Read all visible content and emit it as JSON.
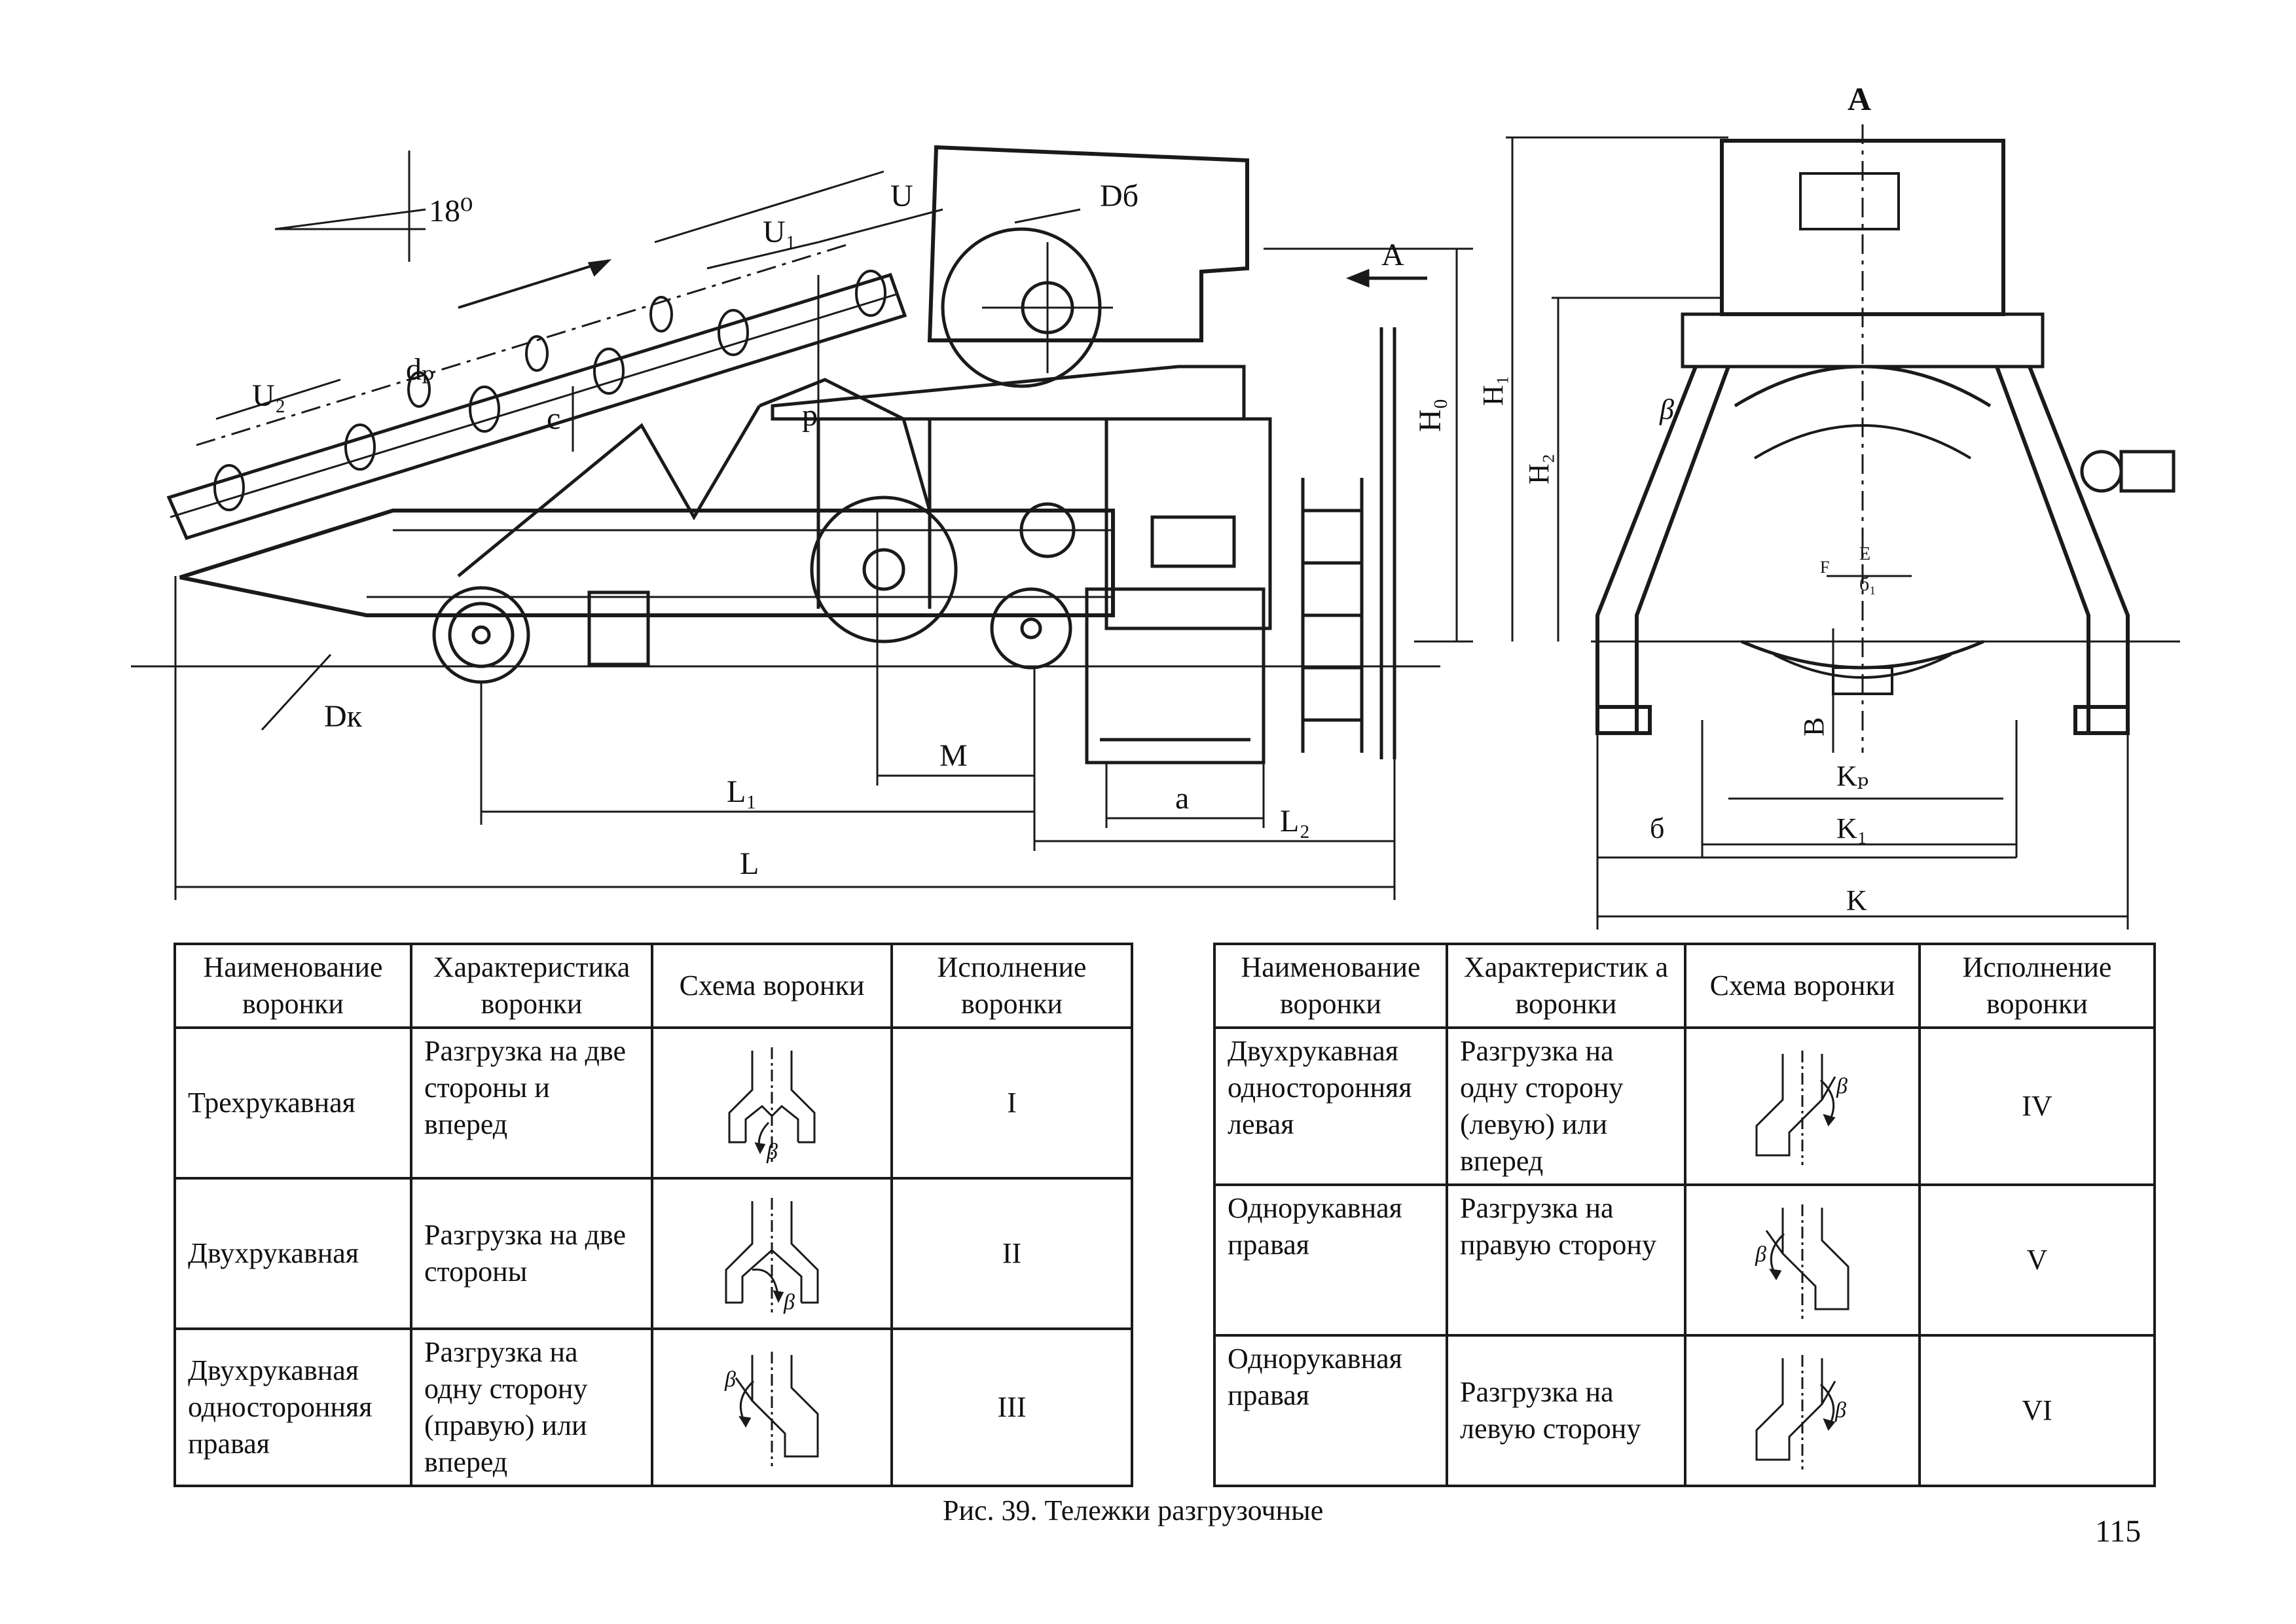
{
  "drawing": {
    "view_label": "A",
    "labels": {
      "angle": "18⁰",
      "U": "U",
      "U1": "U₁",
      "U2": "U₂",
      "dp": "dₚ",
      "c": "c",
      "p": "p",
      "Db": "Dб",
      "Dk": "Dк",
      "M": "M",
      "L": "L",
      "L1": "L₁",
      "L2": "L₂",
      "a": "a",
      "H0": "H₀",
      "H1": "H₁",
      "H2": "H₂",
      "beta": "β",
      "E": "E",
      "b1": "б₁",
      "F": "F",
      "B": "B",
      "K": "K",
      "K1": "K₁",
      "Kp": "Kₚ",
      "b": "б"
    }
  },
  "table_left": {
    "headers": [
      "Наименование воронки",
      "Характеристика воронки",
      "Схема воронки",
      "Исполнение воронки"
    ],
    "rows": [
      {
        "name": "Трехрукавная",
        "char": "Разгрузка на две стороны и вперед",
        "scheme": "funnel-three-sleeve",
        "exec": "I"
      },
      {
        "name": "Двухрукавная",
        "char": "Разгрузка на две стороны",
        "scheme": "funnel-two-sleeve",
        "exec": "II"
      },
      {
        "name": "Двухрукавная односторонняя правая",
        "char": "Разгрузка на одну сторону (правую) или вперед",
        "scheme": "funnel-two-sleeve-right",
        "exec": "III"
      }
    ]
  },
  "table_right": {
    "headers": [
      "Наименование воронки",
      "Характеристик а воронки",
      "Схема воронки",
      "Исполнение воронки"
    ],
    "rows": [
      {
        "name": "Двухрукавная односторонняя левая",
        "char": "Разгрузка на одну сторону (левую) или вперед",
        "scheme": "funnel-two-sleeve-left",
        "exec": "IV"
      },
      {
        "name": "Однорукавная правая",
        "char": "Разгрузка на правую сторону",
        "scheme": "funnel-one-sleeve-right",
        "exec": "V"
      },
      {
        "name": "Однорукавная правая",
        "char": "Разгрузка на левую сторону",
        "scheme": "funnel-one-sleeve-left",
        "exec": "VI"
      }
    ]
  },
  "scheme_label": "β",
  "caption": "Рис. 39. Тележки разгрузочные",
  "page_number": "115"
}
